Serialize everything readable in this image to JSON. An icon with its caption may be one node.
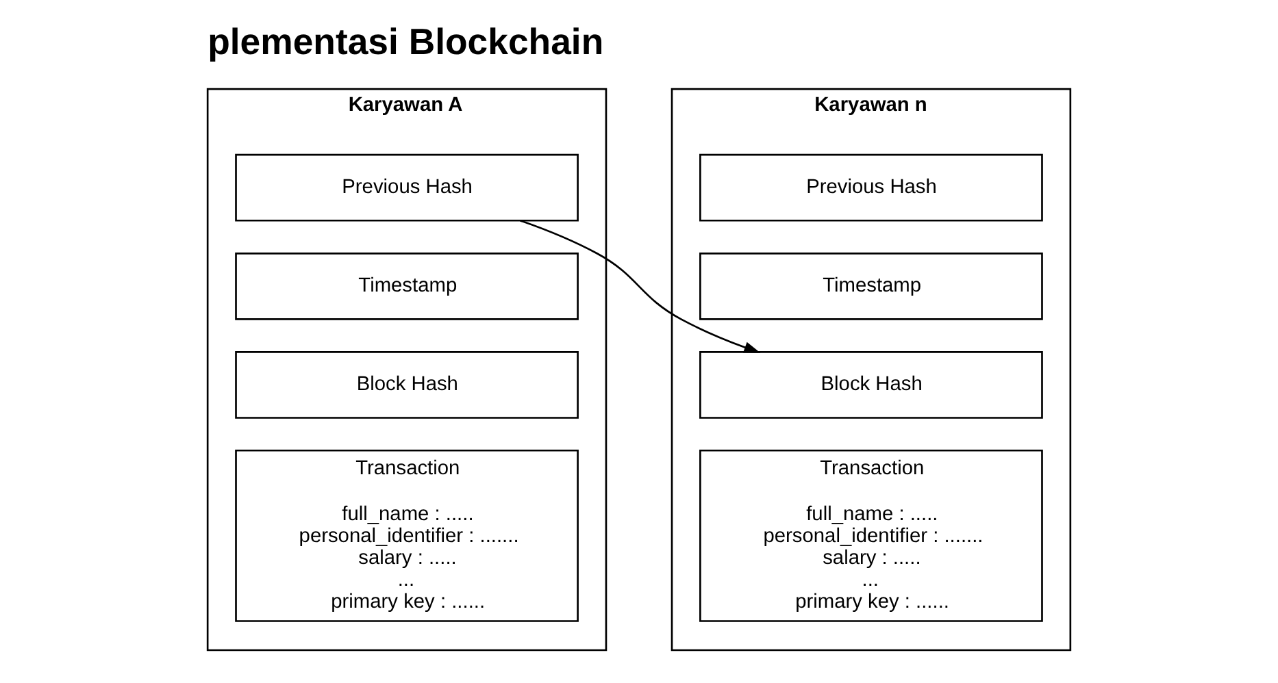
{
  "diagram": {
    "title": "plementasi Blockchain",
    "nodes": [
      {
        "text": [
          "Karyawan A"
        ]
      },
      {
        "text": [
          "Previous Hash"
        ],
        "in": 0
      },
      {
        "text": [
          "Timestamp"
        ],
        "in": 0
      },
      {
        "text": [
          "Block Hash"
        ],
        "in": 0
      },
      {
        "text": [
          "Transaction",
          "full_name : .....",
          "personal_identifier : .......",
          "salary : .....",
          "...",
          "primary key : ......"
        ],
        "in": 0
      },
      {
        "text": [
          "Karyawan n"
        ]
      },
      {
        "text": [
          "Previous Hash"
        ],
        "in": 5
      },
      {
        "text": [
          "Timestamp"
        ],
        "in": 5
      },
      {
        "text": [
          "Block Hash"
        ],
        "in": 5
      },
      {
        "text": [
          "Transaction",
          "full_name : .....",
          "personal_identifier : .......",
          "salary : .....",
          "...",
          "primary key : ......"
        ],
        "in": 5
      }
    ],
    "edges": [
      {
        "from": 1,
        "to": 8,
        "arrow": "to"
      }
    ]
  }
}
